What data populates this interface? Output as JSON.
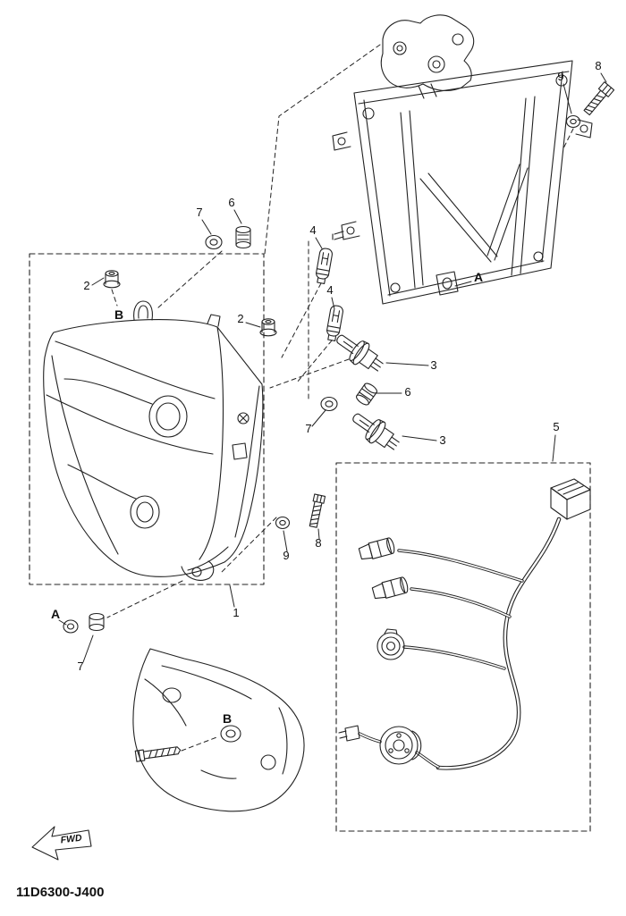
{
  "diagram": {
    "part_code": "11D6300-J400",
    "fwd": "FWD",
    "callouts": {
      "n1": "1",
      "n2": "2",
      "n3": "3",
      "n4": "4",
      "n5": "5",
      "n6": "6",
      "n7": "7",
      "n8": "8",
      "n9": "9",
      "a": "A",
      "b": "B"
    },
    "colors": {
      "line": "#222222",
      "background": "#ffffff"
    }
  }
}
